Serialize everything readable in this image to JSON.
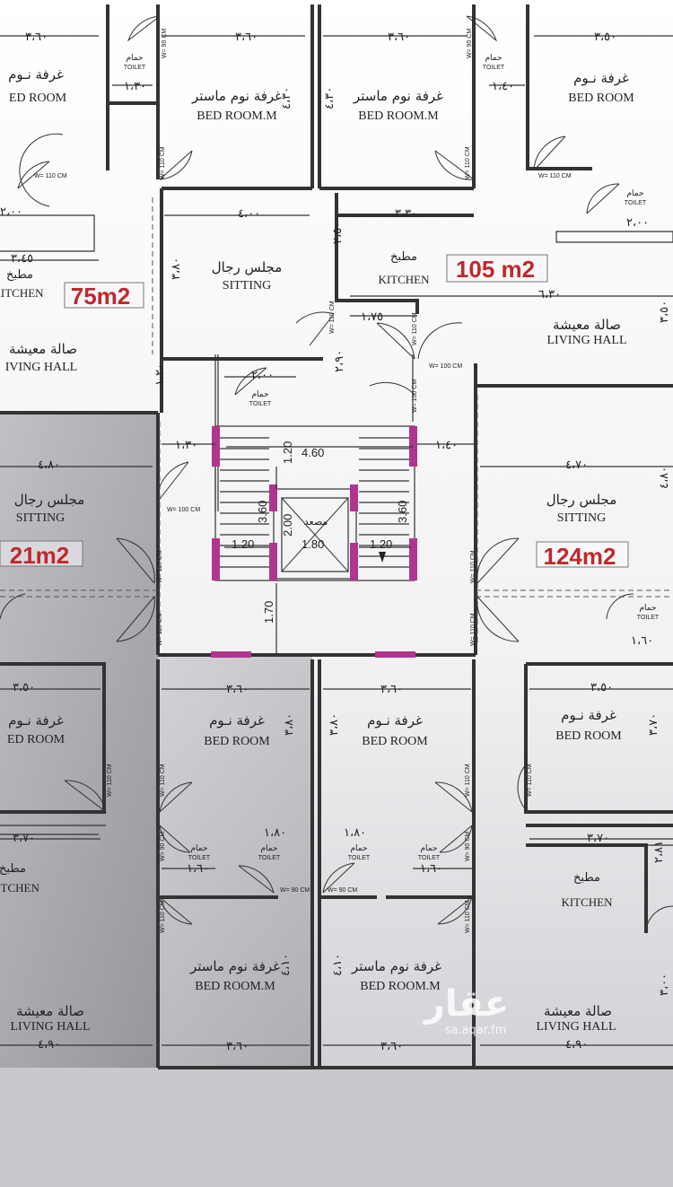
{
  "rooms": {
    "tl_bedroom": {
      "ar": "غرفة نـوم",
      "en": "ED ROOM"
    },
    "t1_master": {
      "ar": "غرفة نوم ماستر",
      "en": "BED ROOM.M"
    },
    "t2_master": {
      "ar": "غرفة نوم ماستر",
      "en": "BED ROOM.M"
    },
    "tr_bedroom": {
      "ar": "غرفة نـوم",
      "en": "BED ROOM"
    },
    "tl_kitchen": {
      "ar": "مطبخ",
      "en": "KITCHEN"
    },
    "t_sitting": {
      "ar": "مجلس رجال",
      "en": "SITTING"
    },
    "t_kitchen": {
      "ar": "مطبخ",
      "en": "KITCHEN"
    },
    "tl_living": {
      "ar": "صالة معيشة",
      "en": "IVING HALL"
    },
    "tr_living": {
      "ar": "صالة معيشة",
      "en": "LIVING HALL"
    },
    "ml_sitting": {
      "ar": "مجلس رجال",
      "en": "SITTING"
    },
    "mr_sitting": {
      "ar": "مجلس رجال",
      "en": "SITTING"
    },
    "bl_bedroom": {
      "ar": "غرفة نـوم",
      "en": "ED ROOM"
    },
    "b1_bedroom": {
      "ar": "غرفة نـوم",
      "en": "BED ROOM"
    },
    "b2_bedroom": {
      "ar": "غرفة نـوم",
      "en": "BED ROOM"
    },
    "br_bedroom": {
      "ar": "غرفة نـوم",
      "en": "BED ROOM"
    },
    "bl_kitchen": {
      "ar": "مطبخ",
      "en": "ITCHEN"
    },
    "br_kitchen": {
      "ar": "مطبخ",
      "en": "KITCHEN"
    },
    "b1_master": {
      "ar": "غرفة نوم ماستر",
      "en": "BED ROOM.M"
    },
    "b2_master": {
      "ar": "غرفة نوم ماستر",
      "en": "BED ROOM.M"
    },
    "bl_living": {
      "ar": "صالة معيشة",
      "en": "LIVING HALL"
    },
    "br_living": {
      "ar": "صالة معيشة",
      "en": "LIVING HALL"
    },
    "elevator": {
      "ar": "مصعد"
    }
  },
  "toilet": {
    "ar": "حمام",
    "en": "TOILET"
  },
  "areas": {
    "tl": "75m2",
    "tr": "105 m2",
    "ml": "21m2",
    "mr": "124m2"
  },
  "dims": {
    "d1": "٣،٦٠",
    "d2": "٣،٦٠",
    "d3": "٣،٦٠",
    "d4": "٣،٥٠",
    "d5": "١،٣٠",
    "d6": "١،٤٠",
    "d7": "٤،٠٠",
    "d8": "٣،٣٠",
    "d9": "٢،٥٠",
    "d10": "٣،٨٠",
    "d11": "٤،٣٠",
    "d12": "٤،٣٠",
    "d13": "٣،٤٥",
    "d14": "١،٧٥",
    "d15": "٦،٣٠",
    "d16": "٣،٥٠",
    "d17": "٢،٠٠",
    "d18": "٢،٩٠",
    "d19": "١،٢٠",
    "d20": "١،٣٠",
    "d21": "١،٤٠",
    "d22": "٤،٨٠",
    "d23": "٤،٧٠",
    "d24": "٤،٨٠",
    "d25": "٢،٠٠",
    "d26": "٢،٠٠",
    "st1": "4.60",
    "st2": "1.20",
    "st3": "3.60",
    "st4": "3.60",
    "st5": "2.00",
    "st6": "1.80",
    "st7": "1.20",
    "st8": "1.20",
    "st9": "1.70",
    "b1": "٣،٥٠",
    "b2": "٣،٦٠",
    "b3": "٣،٦٠",
    "b4": "٣،٥٠",
    "b5": "٣،٨٠",
    "b6": "٣،٨٠",
    "b7": "٣،٧٠",
    "b8": "٣،٧٠",
    "b9": "٣،٧٠",
    "b10": "١،٨٠",
    "b11": "١،٨٠",
    "b12": "١،٦٠",
    "b13": "١،٦٠",
    "b14": "٢،٨١",
    "b15": "٤،١٠",
    "b16": "٤،١٠",
    "b17": "٤،٩٠",
    "b18": "٣،٦٠",
    "b19": "٣،٦٠",
    "b20": "٤،٩٠",
    "b21": "١،٦٠",
    "b22": "٣،٠٠"
  },
  "door_tags": {
    "w110": "W= 110 CM",
    "w90": "W= 90 CM",
    "w100": "W= 100 CM"
  },
  "watermark": {
    "brand": "عقار",
    "url": "sa.aqar.fm"
  },
  "colors": {
    "wall": "#333333",
    "column": "#b0358f",
    "area_text": "#c0282d",
    "shaded": "#9a9aa0"
  }
}
